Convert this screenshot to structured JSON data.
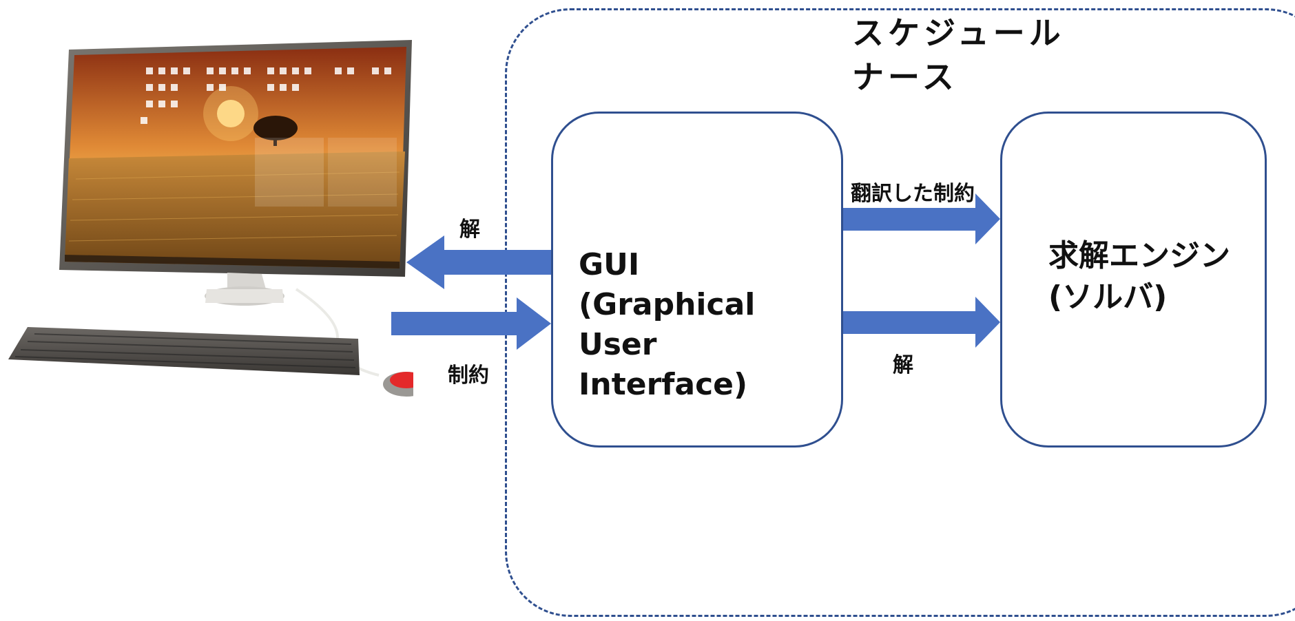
{
  "boundary": {
    "title_lines": [
      "スケジュール",
      "ナース"
    ],
    "border_color": "#2f4f8f"
  },
  "gui_box": {
    "lines": [
      "GUI",
      "(Graphical",
      "User",
      "Interface)"
    ]
  },
  "solver_box": {
    "lines": [
      "求解エンジン",
      "(ソルバ)"
    ]
  },
  "arrows": {
    "gui_to_pc_label": "解",
    "pc_to_gui_label": "制約",
    "gui_to_solver_label": "翻訳した制約",
    "solver_to_gui_label": "解",
    "color": "#4a72c4"
  },
  "computer": {
    "icon": "desktop-computer-icon",
    "screen_colors": [
      "#d4782c",
      "#a0481a"
    ]
  }
}
